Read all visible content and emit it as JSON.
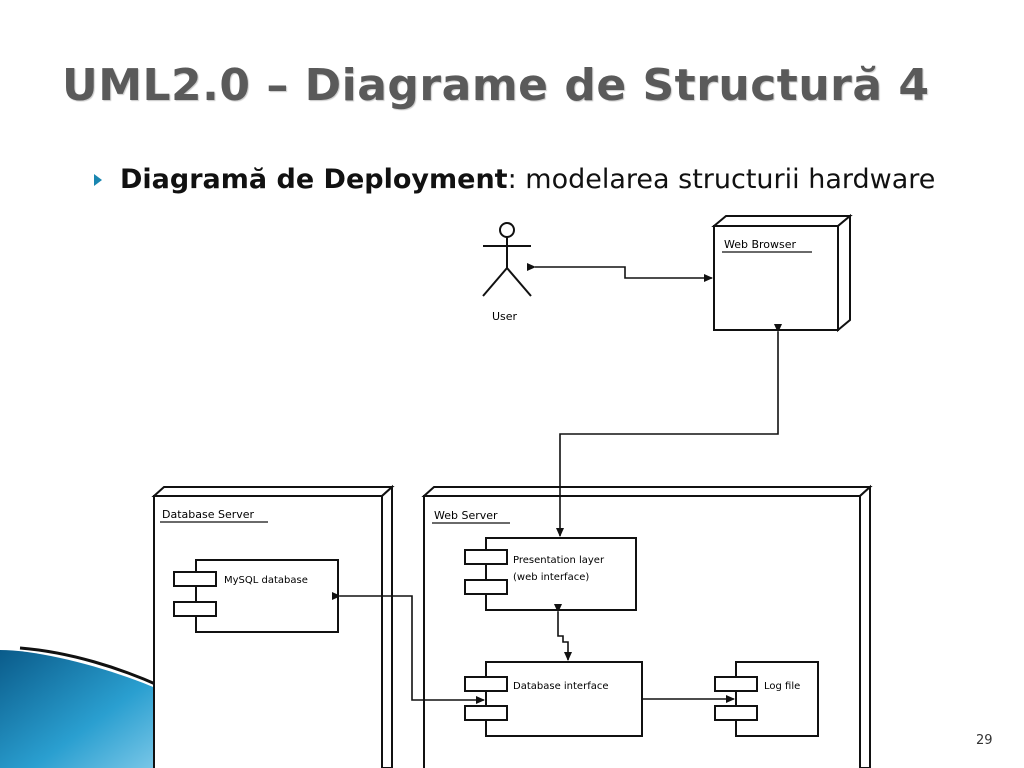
{
  "slide": {
    "title": "UML2.0 – Diagrame de Structură 4",
    "bullet_term": "Diagramă de Deployment",
    "bullet_separator": ":",
    "bullet_desc": " modelarea structurii hardware",
    "page_number": "29"
  },
  "diagram": {
    "actor_label": "User",
    "nodes": {
      "web_browser": "Web Browser",
      "database_server": "Database Server",
      "web_server": "Web Server"
    },
    "components": {
      "mysql": "MySQL database",
      "presentation_line1": "Presentation layer",
      "presentation_line2": "(web interface)",
      "database_interface": "Database interface",
      "log_file": "Log file"
    }
  },
  "theme": {
    "accent": "#1a86b0",
    "title_color": "#5a5a5a"
  }
}
